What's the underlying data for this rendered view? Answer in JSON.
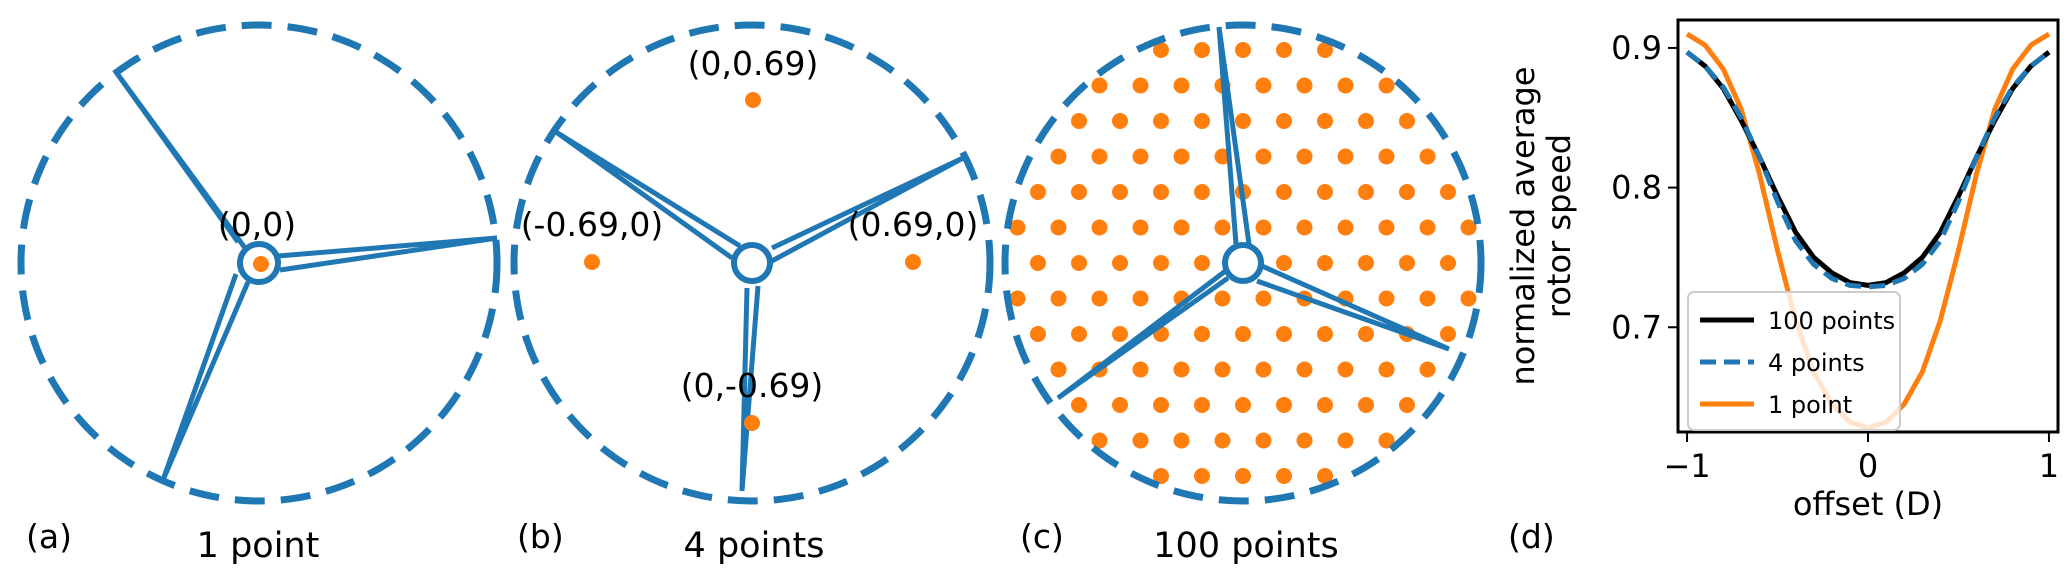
{
  "panels": [
    {
      "letter": "(a)",
      "caption": "1 point",
      "point_labels": [
        "(0,0)"
      ]
    },
    {
      "letter": "(b)",
      "caption": "4 points",
      "point_labels": [
        "(0,0.69)",
        "(-0.69,0)",
        "(0.69,0)",
        "(0,-0.69)"
      ]
    },
    {
      "letter": "(c)",
      "caption": "100 points",
      "point_labels": []
    },
    {
      "letter": "(d)",
      "caption": "",
      "point_labels": []
    }
  ],
  "colors": {
    "rotor": "#1f77b4",
    "points": "#ff7f0e",
    "black": "#000000"
  },
  "chart_data": {
    "type": "line",
    "xlabel": "offset (D)",
    "ylabel": "normalized average rotor speed",
    "ylabel_lines": [
      "normalized average",
      "rotor speed"
    ],
    "xlim": [
      -1.05,
      1.05
    ],
    "ylim": [
      0.625,
      0.92
    ],
    "xticks": [
      -1,
      0,
      1
    ],
    "xtick_labels": [
      "−1",
      "0",
      "1"
    ],
    "yticks": [
      0.7,
      0.8,
      0.9
    ],
    "ytick_labels": [
      "0.7",
      "0.8",
      "0.9"
    ],
    "grid": false,
    "legend_position": "lower-left",
    "series": [
      {
        "name": "100 points",
        "color": "#000000",
        "style": "solid",
        "x": [
          -1.0,
          -0.9,
          -0.8,
          -0.7,
          -0.6,
          -0.5,
          -0.4,
          -0.3,
          -0.2,
          -0.1,
          0.0,
          0.1,
          0.2,
          0.3,
          0.4,
          0.5,
          0.6,
          0.7,
          0.8,
          0.9,
          1.0
        ],
        "y": [
          0.897,
          0.887,
          0.871,
          0.848,
          0.822,
          0.794,
          0.768,
          0.75,
          0.739,
          0.732,
          0.73,
          0.732,
          0.739,
          0.75,
          0.768,
          0.794,
          0.822,
          0.848,
          0.871,
          0.887,
          0.897
        ]
      },
      {
        "name": "4 points",
        "color": "#1f77b4",
        "style": "dashed",
        "x": [
          -1.0,
          -0.9,
          -0.8,
          -0.7,
          -0.6,
          -0.5,
          -0.4,
          -0.3,
          -0.2,
          -0.1,
          0.0,
          0.1,
          0.2,
          0.3,
          0.4,
          0.5,
          0.6,
          0.7,
          0.8,
          0.9,
          1.0
        ],
        "y": [
          0.897,
          0.887,
          0.872,
          0.85,
          0.822,
          0.79,
          0.762,
          0.745,
          0.735,
          0.73,
          0.729,
          0.73,
          0.735,
          0.745,
          0.762,
          0.79,
          0.822,
          0.85,
          0.872,
          0.887,
          0.897
        ]
      },
      {
        "name": "1 point",
        "color": "#ff7f0e",
        "style": "solid",
        "x": [
          -1.0,
          -0.9,
          -0.8,
          -0.7,
          -0.6,
          -0.5,
          -0.4,
          -0.3,
          -0.2,
          -0.1,
          0.0,
          0.1,
          0.2,
          0.3,
          0.4,
          0.5,
          0.6,
          0.7,
          0.8,
          0.9,
          1.0
        ],
        "y": [
          0.91,
          0.902,
          0.885,
          0.856,
          0.81,
          0.755,
          0.705,
          0.668,
          0.645,
          0.632,
          0.628,
          0.632,
          0.645,
          0.668,
          0.705,
          0.755,
          0.81,
          0.856,
          0.885,
          0.902,
          0.91
        ]
      }
    ]
  }
}
